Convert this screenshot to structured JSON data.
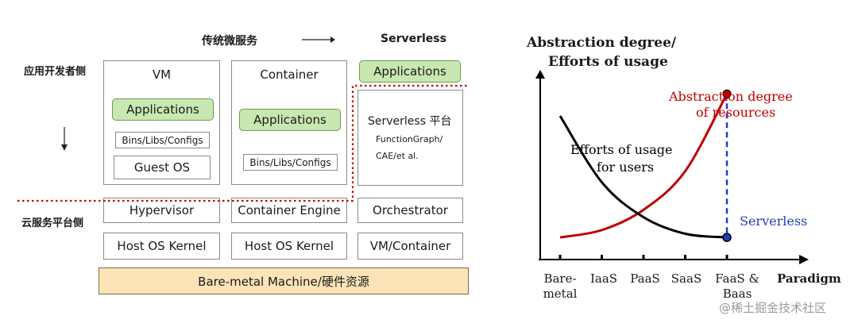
{
  "left_diagram": {
    "header_left": "传统微服务",
    "header_right": "Serverless",
    "side_top": "应用开发者侧",
    "side_bottom": "云服务平台侧",
    "col_vm": {
      "title": "VM",
      "apps": "Applications",
      "bins": "Bins/Libs/Configs",
      "guest_os": "Guest OS",
      "layer": "Hypervisor",
      "kernel": "Host OS Kernel"
    },
    "col_container": {
      "title": "Container",
      "apps": "Applications",
      "bins": "Bins/Libs/Configs",
      "layer": "Container Engine",
      "kernel": "Host OS Kernel"
    },
    "col_serverless": {
      "apps": "Applications",
      "platform_title": "Serverless 平台",
      "platform_line1": "FunctionGraph/",
      "platform_line2": "CAE/et al.",
      "layer": "Orchestrator",
      "kernel": "VM/Container"
    },
    "bare_metal": "Bare-metal Machine/硬件资源",
    "colors": {
      "green_fill": "#c9e7b0",
      "bare_metal_fill": "#fce4b8",
      "divider": "#c00000"
    }
  },
  "chart_data": {
    "type": "line",
    "y_title_line1": "Abstraction degree/",
    "y_title_line2": "Efforts of usage",
    "xlabel": "Paradigm",
    "categories": [
      "Bare-metal",
      "IaaS",
      "PaaS",
      "SaaS",
      "FaaS & Baas"
    ],
    "tick_labels": [
      [
        "Bare-",
        "metal"
      ],
      [
        "IaaS"
      ],
      [
        "PaaS"
      ],
      [
        "SaaS"
      ],
      [
        "FaaS &",
        "Baas"
      ]
    ],
    "series": [
      {
        "name": "Abstraction degree of resources",
        "label_line1": "Abstraction degree",
        "label_line2": "of resources",
        "color": "#c00000",
        "x": [
          0,
          1,
          2,
          3,
          4
        ],
        "y": [
          0.12,
          0.16,
          0.27,
          0.48,
          0.9
        ]
      },
      {
        "name": "Efforts of usage for users",
        "label_line1": "Efforts of usage",
        "label_line2": "for users",
        "color": "#000000",
        "x": [
          0,
          1,
          2,
          3,
          4
        ],
        "y": [
          0.78,
          0.42,
          0.23,
          0.14,
          0.12
        ]
      }
    ],
    "marker": {
      "label": "Serverless",
      "x": 4,
      "color": "#1f3fbf"
    }
  },
  "watermark": "@稀土掘金技术社区"
}
